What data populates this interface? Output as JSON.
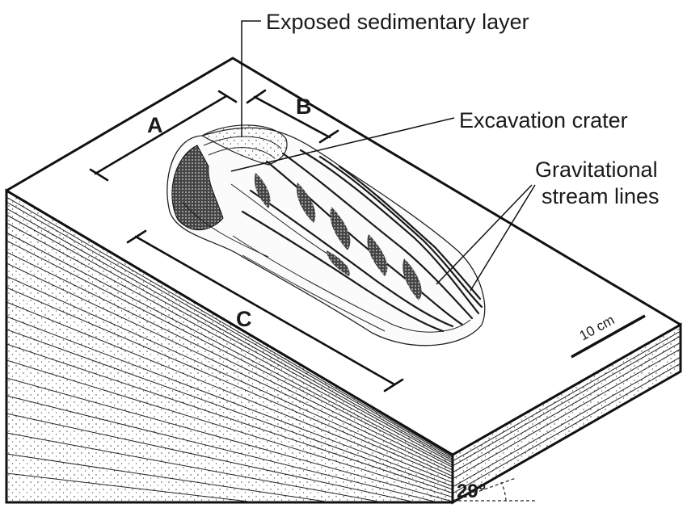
{
  "labels": {
    "exposed_layer": "Exposed sedimentary layer",
    "excavation_crater": "Excavation crater",
    "stream_lines_1": "Gravitational",
    "stream_lines_2": "stream lines",
    "dim_a": "A",
    "dim_b": "B",
    "dim_c": "C",
    "scale": "10 cm",
    "angle": "29°"
  },
  "colors": {
    "ink": "#1a1a1a",
    "background": "#ffffff"
  }
}
